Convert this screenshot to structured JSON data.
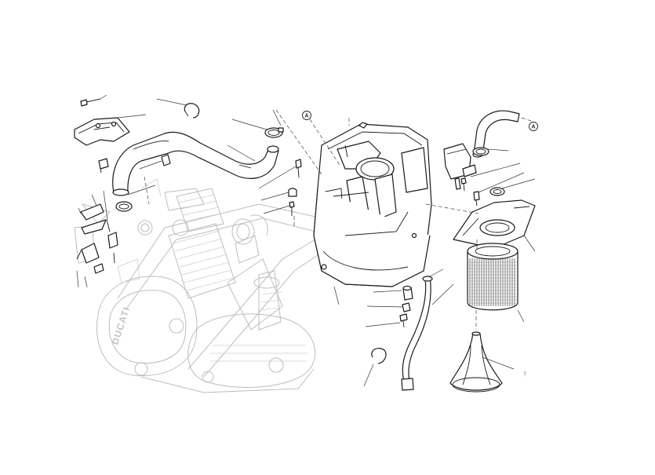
{
  "diagram": {
    "reference_markers": [
      "A",
      "A"
    ],
    "engine_case_lettering": "DUCATI",
    "trailing_mark": "!"
  }
}
